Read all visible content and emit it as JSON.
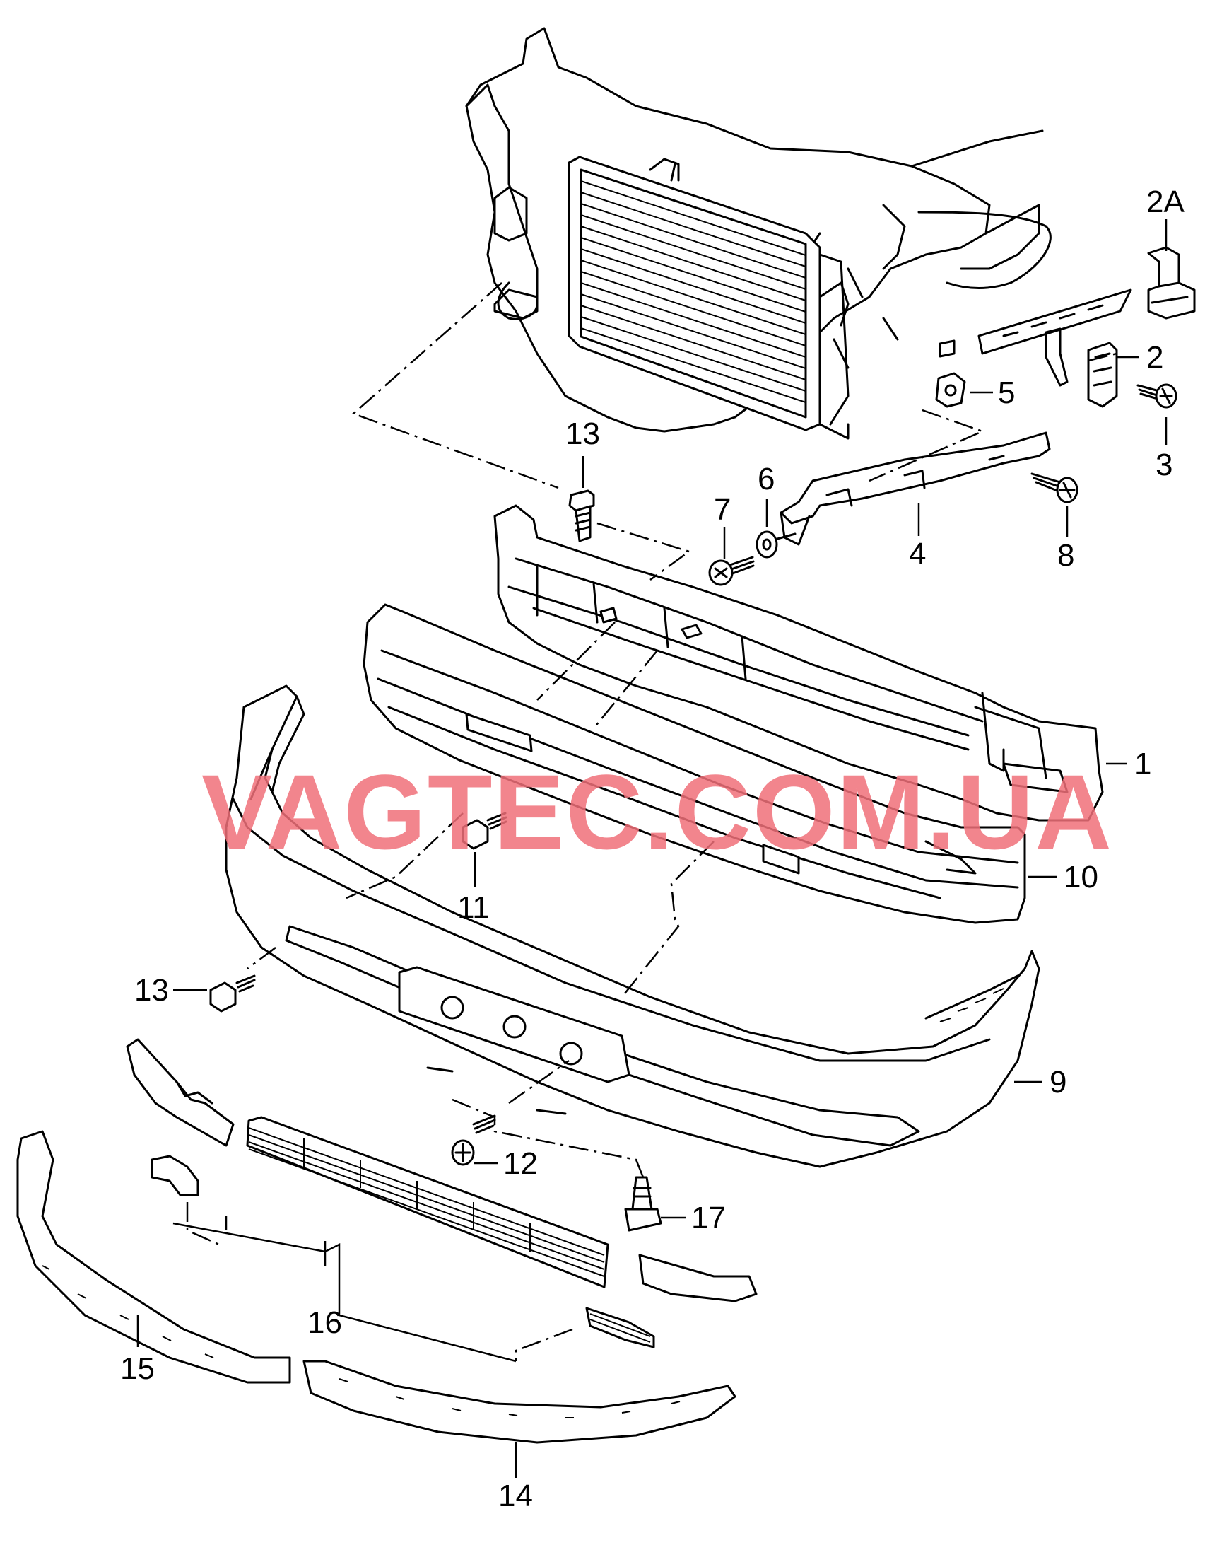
{
  "watermark": "VAGTEC.COM.UA",
  "callouts": {
    "c1": "1",
    "c2": "2",
    "c2a": "2A",
    "c3": "3",
    "c4": "4",
    "c5": "5",
    "c6": "6",
    "c7": "7",
    "c8": "8",
    "c9": "9",
    "c10": "10",
    "c11": "11",
    "c12": "12",
    "c13_top": "13",
    "c13_left": "13",
    "c14": "14",
    "c15": "15",
    "c16": "16",
    "c17": "17"
  }
}
